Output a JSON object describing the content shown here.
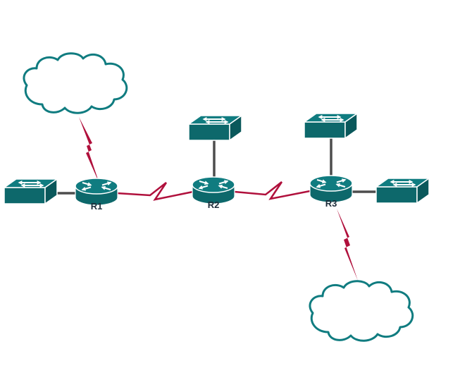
{
  "diagram": {
    "type": "network-topology",
    "colors": {
      "background": "#ffffff",
      "device_teal": "#107c80",
      "device_teal_front": "#0d686b",
      "device_teal_side": "#0a585b",
      "link_red": "#b0103c",
      "link_gray": "#4d4d4d",
      "label_color": "#1d2d3a",
      "icon_white": "#ffffff"
    },
    "routers": [
      {
        "label": "R1"
      },
      {
        "label": "R2"
      },
      {
        "label": "R3"
      }
    ],
    "switches": [
      {
        "name": "switch-left"
      },
      {
        "name": "switch-above-r2"
      },
      {
        "name": "switch-above-r3"
      },
      {
        "name": "switch-right"
      }
    ],
    "clouds": [
      {
        "name": "cloud-top-left"
      },
      {
        "name": "cloud-bottom-right"
      }
    ],
    "links": [
      {
        "from": "cloud-top-left",
        "to": "R1",
        "type": "wan-lightning"
      },
      {
        "from": "switch-left",
        "to": "R1",
        "type": "ethernet"
      },
      {
        "from": "R1",
        "to": "R2",
        "type": "serial"
      },
      {
        "from": "switch-above-r2",
        "to": "R2",
        "type": "ethernet"
      },
      {
        "from": "R2",
        "to": "R3",
        "type": "serial"
      },
      {
        "from": "switch-above-r3",
        "to": "R3",
        "type": "ethernet"
      },
      {
        "from": "R3",
        "to": "switch-right",
        "type": "ethernet"
      },
      {
        "from": "R3",
        "to": "cloud-bottom-right",
        "type": "wan-lightning"
      }
    ]
  }
}
